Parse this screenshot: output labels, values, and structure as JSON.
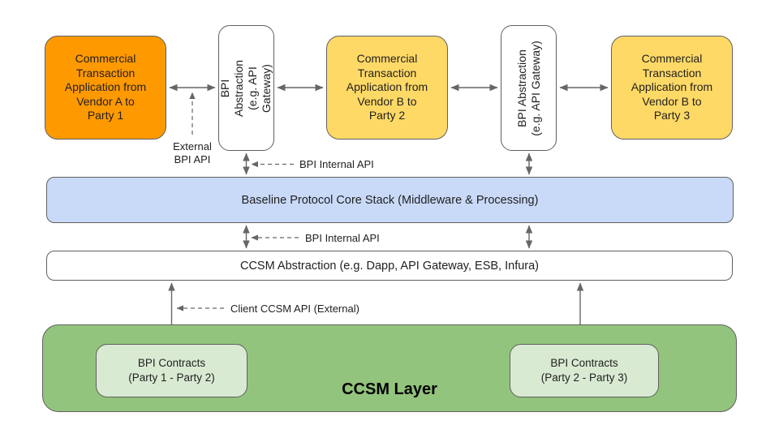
{
  "colors": {
    "app_orange_fill": "#FF9900",
    "app_yellow_fill": "#FFD966",
    "core_stack_fill": "#C9DAF8",
    "ccsm_layer_fill": "#93C47D",
    "contract_fill": "#D9EAD3",
    "box_border": "#606060",
    "arrow": "#666666",
    "text": "#1f1f1f",
    "background": "#FFFFFF"
  },
  "apps": [
    {
      "lines": [
        "Commercial",
        "Transaction",
        "Application from",
        "Vendor A to",
        "Party 1"
      ]
    },
    {
      "lines": [
        "Commercial",
        "Transaction",
        "Application from",
        "Vendor B to",
        "Party 2"
      ]
    },
    {
      "lines": [
        "Commercial",
        "Transaction",
        "Application from",
        "Vendor B to",
        "Party 3"
      ]
    }
  ],
  "bpi_abstractions": [
    {
      "lines": [
        "BPI Abstraction",
        "(e.g. API",
        "Gateway)"
      ]
    },
    {
      "lines": [
        "BPI Abstraction",
        "(e.g. API Gateway)"
      ]
    }
  ],
  "core_stack": {
    "label": "Baseline Protocol Core Stack (Middleware & Processing)"
  },
  "ccsm_abstraction": {
    "label": "CCSM Abstraction (e.g. Dapp, API Gateway, ESB, Infura)"
  },
  "ccsm_layer": {
    "title": "CCSM Layer"
  },
  "contracts": [
    {
      "lines": [
        "BPI Contracts",
        "(Party 1 - Party 2)"
      ]
    },
    {
      "lines": [
        "BPI Contracts",
        "(Party 2 - Party 3)"
      ]
    }
  ],
  "labels": {
    "external_bpi_api": {
      "lines": [
        "External",
        "BPI API"
      ]
    },
    "bpi_internal_api_top": "BPI Internal API",
    "bpi_internal_api_bottom": "BPI Internal API",
    "client_ccsm_api": "Client CCSM API (External)"
  }
}
